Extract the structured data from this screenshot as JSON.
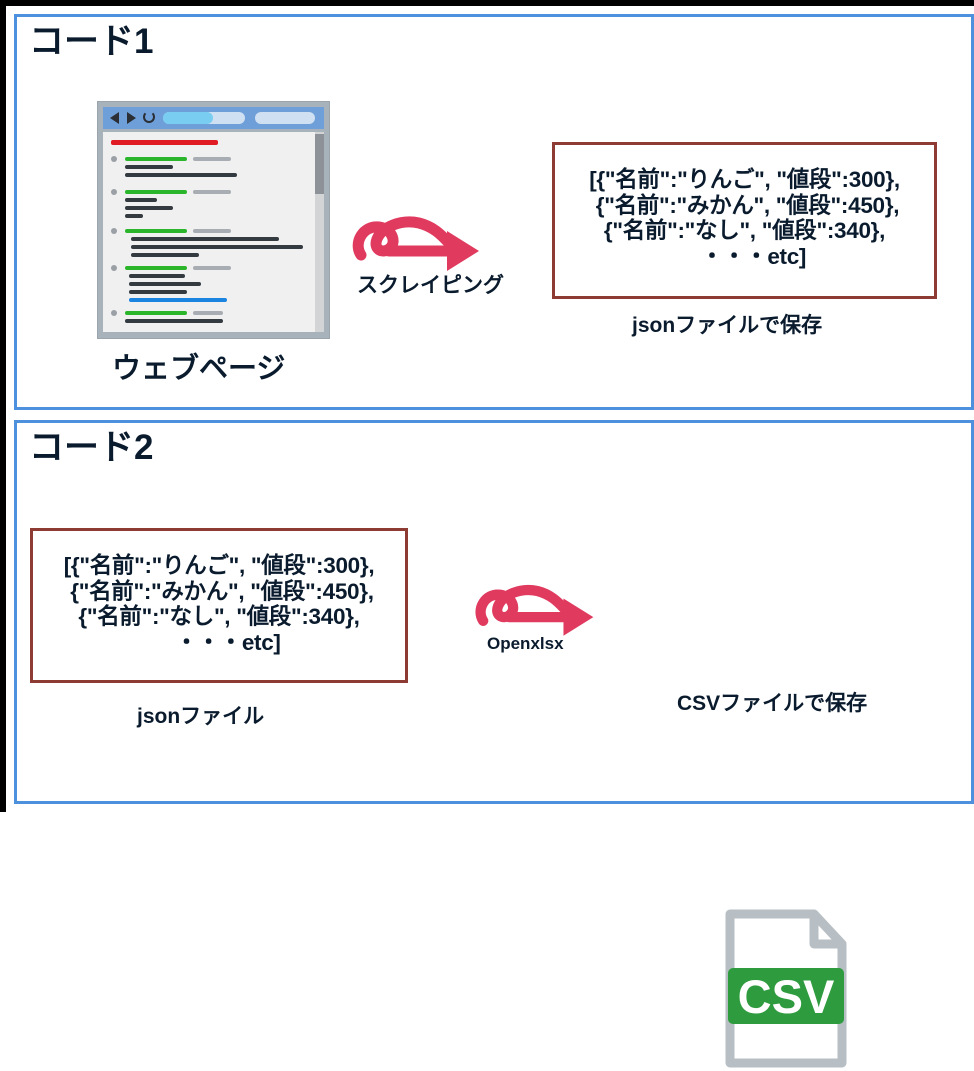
{
  "page": {
    "outer_border_color": "#000000",
    "panel_border_color": "#4d90dd",
    "json_box_border_color": "#8d3b33",
    "arrow_color": "#e03a5f",
    "csv_band_color": "#2e9b3e",
    "csv_outline_color": "#b8bfc4"
  },
  "sections": [
    {
      "title": "コード1",
      "source_caption": "ウェブページ",
      "arrow_label": "スクレイピング",
      "output_caption": "jsonファイルで保存",
      "json_lines": [
        "[{\"名前\":\"りんご\", \"値段\":300},",
        "{\"名前\":\"みかん\", \"値段\":450},",
        "{\"名前\":\"なし\", \"値段\":340},",
        "・・・etc]"
      ]
    },
    {
      "title": "コード2",
      "source_caption": "jsonファイル",
      "arrow_label": "Openxlsx",
      "output_caption": "CSVファイルで保存",
      "csv_label": "CSV",
      "json_lines": [
        "[{\"名前\":\"りんご\", \"値段\":300},",
        "{\"名前\":\"みかん\", \"値段\":450},",
        "{\"名前\":\"なし\", \"値段\":340},",
        "・・・etc]"
      ]
    }
  ],
  "json_text_block": "[{\"名前\":\"りんご\", \"値段\":300},\n {\"名前\":\"みかん\", \"値段\":450},\n{\"名前\":\"なし\", \"値段\":340},\n   ・・・etc]",
  "json_records": [
    {
      "名前": "りんご",
      "値段": 300
    },
    {
      "名前": "みかん",
      "値段": 450
    },
    {
      "名前": "なし",
      "値段": 340
    }
  ]
}
